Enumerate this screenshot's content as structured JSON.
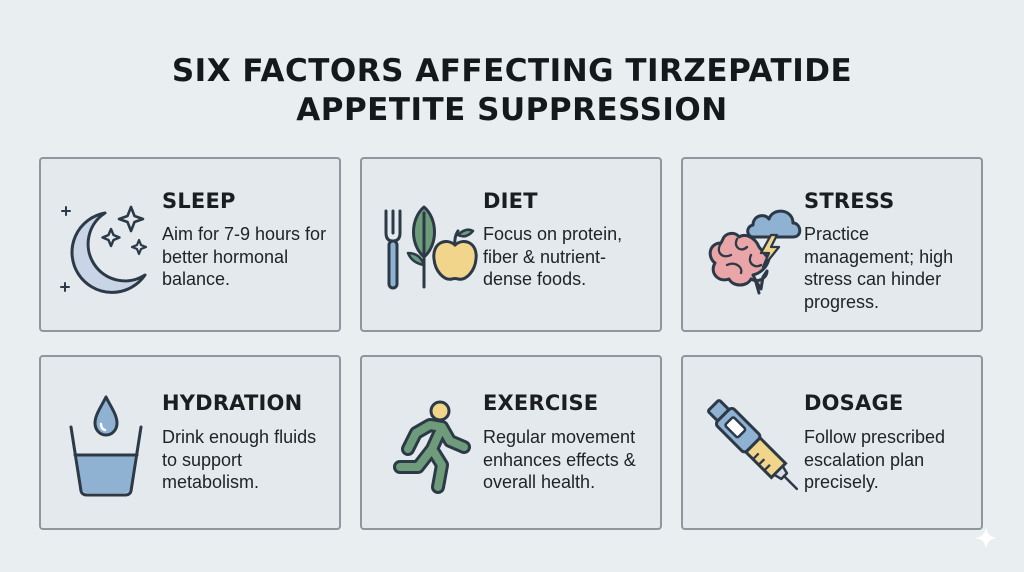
{
  "title": {
    "line1": "SIX FACTORS AFFECTING TIRZEPATIDE",
    "line2": "APPETITE SUPPRESSION"
  },
  "cards": [
    {
      "heading": "SLEEP",
      "text": "Aim for 7-9 hours for better hormonal balance.",
      "icon": "moon-stars-icon"
    },
    {
      "heading": "DIET",
      "text": "Focus on protein, fiber & nutrient-dense foods.",
      "icon": "fork-leaf-apple-icon"
    },
    {
      "heading": "STRESS",
      "text": "Practice management; high stress can hinder progress.",
      "icon": "brain-storm-cloud-icon"
    },
    {
      "heading": "HYDRATION",
      "text": "Drink enough fluids to support metabolism.",
      "icon": "water-glass-drop-icon"
    },
    {
      "heading": "EXERCISE",
      "text": "Regular movement enhances effects & overall health.",
      "icon": "running-person-icon"
    },
    {
      "heading": "DOSAGE",
      "text": "Follow prescribed escalation plan precisely.",
      "icon": "injection-pen-icon"
    }
  ],
  "colors": {
    "background": "#e9eef0",
    "card_border": "#8e979c",
    "accent_blue": "#8fb2d3",
    "accent_green": "#6e9c7b",
    "accent_yellow": "#f1d58a",
    "accent_pink": "#e9a5a8"
  }
}
